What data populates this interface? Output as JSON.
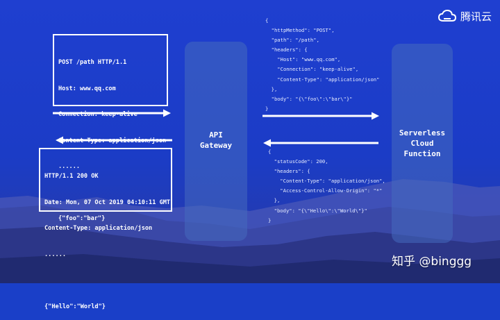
{
  "brand": {
    "logo_text": "腾讯云",
    "logo_icon": "cloud-icon"
  },
  "http_request": {
    "lines": [
      "POST /path HTTP/1.1",
      "Host: www.qq.com",
      "Connection: keep-alive",
      "Content-Type: application/json",
      "......"
    ],
    "body": "{\"foo\":\"bar\"}"
  },
  "http_response": {
    "lines": [
      "HTTP/1.1 200 OK",
      "Date: Mon, 07 Oct 2019 04:10:11 GMT",
      "Content-Type: application/json",
      "......"
    ],
    "body": "{\"Hello\":\"World\"}"
  },
  "api_gateway": {
    "label": "API\nGateway"
  },
  "serverless_function": {
    "label": "Serverless\nCloud\nFunction"
  },
  "event_json": "{\n  \"httpMethod\": \"POST\",\n  \"path\": \"/path\",\n  \"headers\": {\n    \"Host\": \"www.qq.com\",\n    \"Connection\": \"keep-alive\",\n    \"Content-Type\": \"application/json\"\n  },\n  \"body\": \"{\\\"foo\\\":\\\"bar\\\"}\"\n}",
  "result_json": "{\n  \"statusCode\": 200,\n  \"headers\": {\n    \"Content-Type\": \"application/json\",\n    \"Access-Control-Allow-Origin\": \"*\"\n  },\n  \"body\": \"{\\\"Hello\\\":\\\"World\\\"}\"\n}",
  "watermark": "知乎 @binggg",
  "colors": {
    "background": "#1a3fc8",
    "mountain": "#2e3a8c",
    "pillar": "#4669be",
    "foreground": "#ffffff"
  }
}
